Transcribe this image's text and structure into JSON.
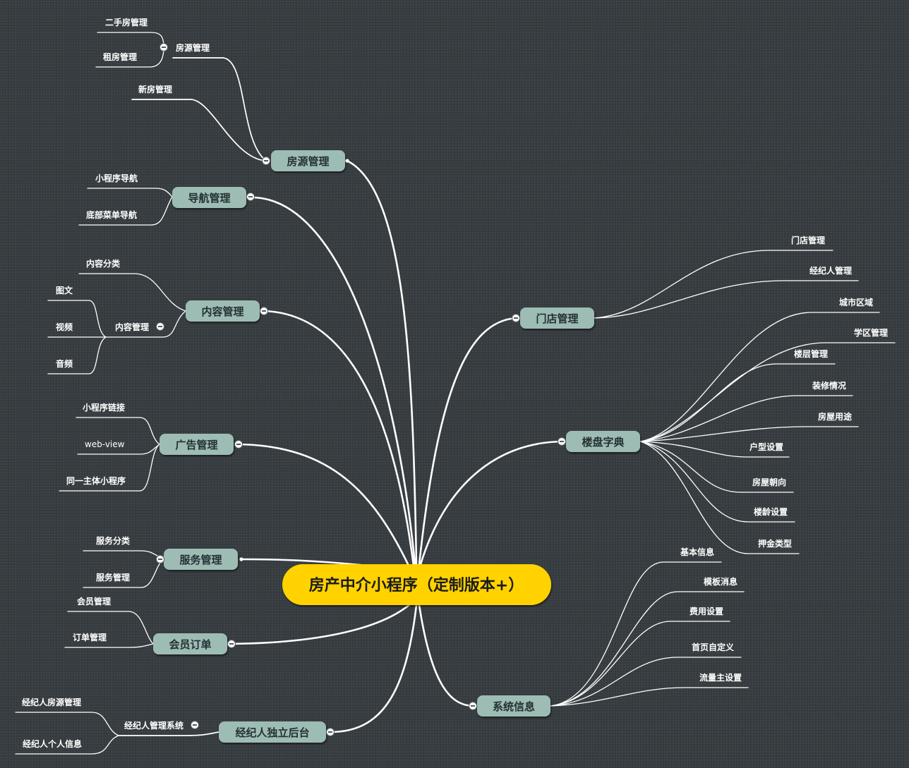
{
  "root": {
    "label": "房产中介小程序（定制版本+）",
    "color": "#ffd200"
  },
  "colors": {
    "background": "#353b3e",
    "node_fill": "#9dbcb4",
    "line": "#ffffff"
  },
  "branches": [
    {
      "label": "房源管理",
      "sub": [
        {
          "label": "房源管理",
          "items": [
            {
              "label": "二手房管理"
            },
            {
              "label": "租房管理"
            }
          ]
        },
        {
          "label": "新房管理"
        }
      ]
    },
    {
      "label": "导航管理",
      "items": [
        {
          "label": "小程序导航"
        },
        {
          "label": "底部菜单导航"
        }
      ]
    },
    {
      "label": "内容管理",
      "sub": [
        {
          "label": "内容分类"
        },
        {
          "label": "内容管理",
          "items": [
            {
              "label": "图文"
            },
            {
              "label": "视频"
            },
            {
              "label": "音频"
            }
          ]
        }
      ]
    },
    {
      "label": "广告管理",
      "items": [
        {
          "label": "小程序链接"
        },
        {
          "label": "web-view"
        },
        {
          "label": "同一主体小程序"
        }
      ]
    },
    {
      "label": "服务管理",
      "items": [
        {
          "label": "服务分类"
        },
        {
          "label": "服务管理"
        }
      ]
    },
    {
      "label": "会员订单",
      "items": [
        {
          "label": "会员管理"
        },
        {
          "label": "订单管理"
        }
      ]
    },
    {
      "label": "经纪人独立后台",
      "sub": [
        {
          "label": "经纪人管理系统",
          "items": [
            {
              "label": "经纪人房源管理"
            },
            {
              "label": "经纪人个人信息"
            }
          ]
        }
      ]
    },
    {
      "label": "门店管理",
      "items": [
        {
          "label": "门店管理"
        },
        {
          "label": "经纪人管理"
        }
      ]
    },
    {
      "label": "楼盘字典",
      "items": [
        {
          "label": "城市区域"
        },
        {
          "label": "学区管理"
        },
        {
          "label": "楼层管理"
        },
        {
          "label": "装修情况"
        },
        {
          "label": "房屋用途"
        },
        {
          "label": "户型设置"
        },
        {
          "label": "房屋朝向"
        },
        {
          "label": "楼龄设置"
        },
        {
          "label": "押金类型"
        }
      ]
    },
    {
      "label": "系统信息",
      "items": [
        {
          "label": "基本信息"
        },
        {
          "label": "模板消息"
        },
        {
          "label": "费用设置"
        },
        {
          "label": "首页自定义"
        },
        {
          "label": "流量主设置"
        }
      ]
    }
  ]
}
